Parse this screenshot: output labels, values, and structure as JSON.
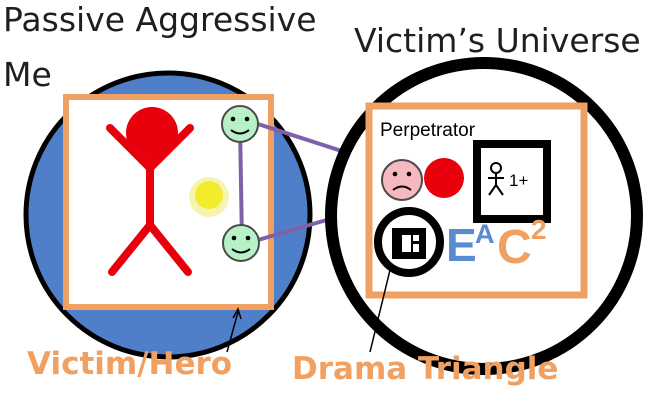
{
  "titles": {
    "left_title_line1": "Passive Aggressive",
    "left_title_line2": "Me",
    "right_title": "Victim’s Universe"
  },
  "labels": {
    "perpetrator": "Perpetrator",
    "one_plus": "1+",
    "eac_e": "E",
    "eac_a": "A",
    "eac_c": "C",
    "eac_exp": "2",
    "victim_hero": "Victim/Hero",
    "drama_triangle": "Drama Triangle"
  },
  "icons": {
    "happy_face": "smiling-face-icon",
    "sad_face": "frowning-face-icon",
    "stick_figure": "stick-figure-icon",
    "person_box": "person-icon"
  },
  "colors": {
    "blue_circle": "#4f7fc8",
    "orange": "#f0a060",
    "red": "#e8000c",
    "face_green": "#b8f0c8",
    "face_pink": "#f7b8c0",
    "connector": "#8060a8",
    "yellow": "#f2ec2a",
    "eac_blue": "#5a8ad0"
  }
}
